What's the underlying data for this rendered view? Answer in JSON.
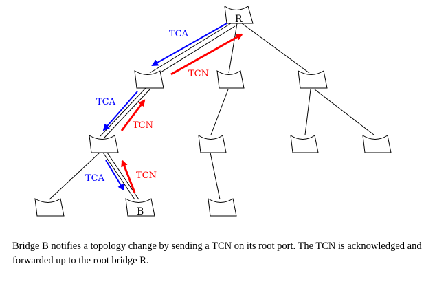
{
  "diagram": {
    "root_bridge_label": "R",
    "bridge_b_label": "B",
    "tcn_label": "TCN",
    "tca_label": "TCA",
    "tcn_color": "#ff0000",
    "tca_color": "#0000ff",
    "link_color": "#000000"
  },
  "caption": "Bridge B notifies a topology change by sending a TCN on its root port. The TCN is acknowledged and forwarded up to the root bridge R."
}
